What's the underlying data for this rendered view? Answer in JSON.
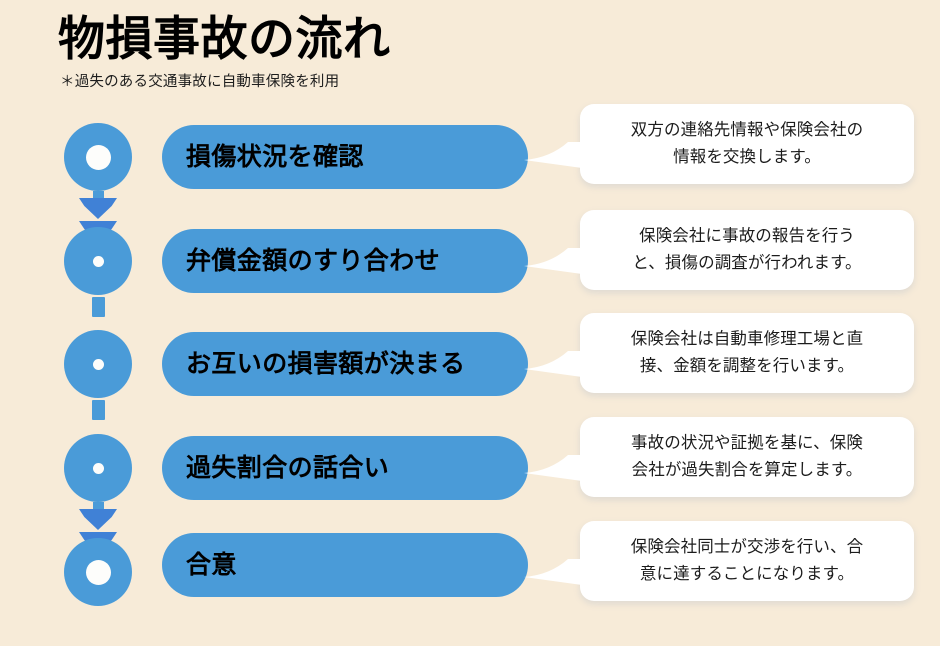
{
  "header": {
    "title": "物損事故の流れ",
    "subtitle": "＊過失のある交通事故に自動車保険を利用"
  },
  "colors": {
    "background": "#f7ebd8",
    "node": "#4a9bd8",
    "pill": "#4a9bd8",
    "arrow": "#4081d6",
    "bubble": "#ffffff",
    "text": "#000000"
  },
  "steps": [
    {
      "label": "損傷状況を確認",
      "note": "双方の連絡先情報や保険会社の\n情報を交換します。",
      "marker": "big",
      "connector_below": "arrow"
    },
    {
      "label": "弁償金額のすり合わせ",
      "note": "保険会社に事故の報告を行う\nと、損傷の調査が行われます。",
      "marker": "small",
      "connector_below": "dashed"
    },
    {
      "label": "お互いの損害額が決まる",
      "note": "保険会社は自動車修理工場と直\n接、金額を調整を行います。",
      "marker": "small",
      "connector_below": "dashed"
    },
    {
      "label": "過失割合の話合い",
      "note": "事故の状況や証拠を基に、保険\n会社が過失割合を算定します。",
      "marker": "small",
      "connector_below": "arrow"
    },
    {
      "label": "合意",
      "note": "保険会社同士が交渉を行い、合\n意に達することになります。",
      "marker": "big",
      "connector_below": "none"
    }
  ]
}
